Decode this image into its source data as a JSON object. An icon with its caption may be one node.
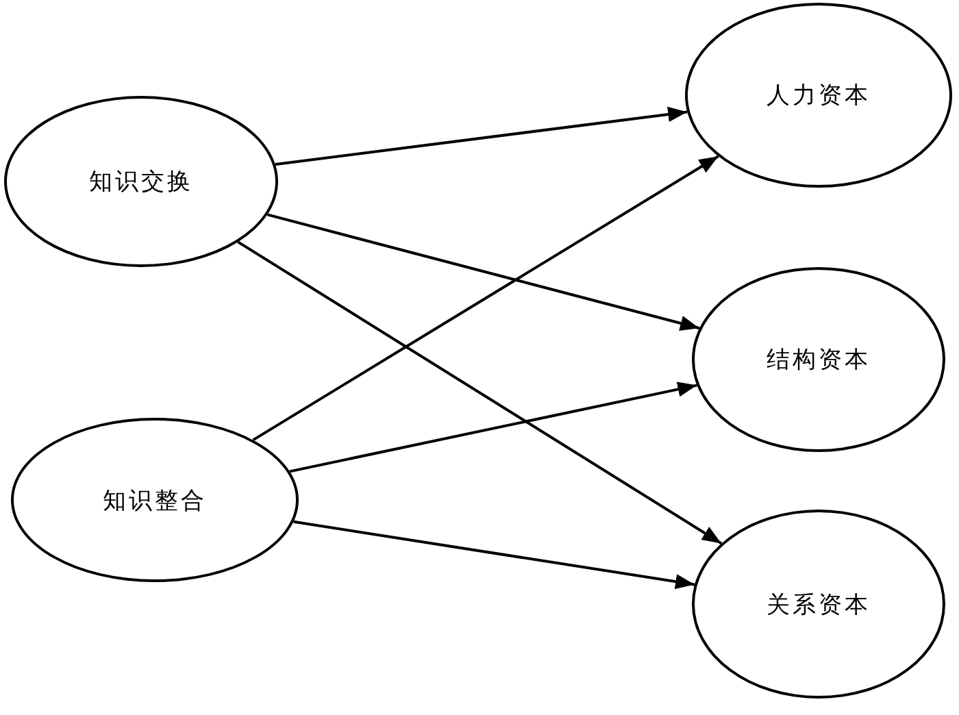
{
  "diagram": {
    "nodes": [
      {
        "text": [
          "知识交换"
        ]
      },
      {
        "text": [
          "知识整合"
        ]
      },
      {
        "text": [
          "人力资本"
        ]
      },
      {
        "text": [
          "结构资本"
        ]
      },
      {
        "text": [
          "关系资本"
        ]
      }
    ],
    "edges": [
      {
        "from": 0,
        "to": 2,
        "arrow": "to"
      },
      {
        "from": 0,
        "to": 3,
        "arrow": "to"
      },
      {
        "from": 0,
        "to": 4,
        "arrow": "to"
      },
      {
        "from": 1,
        "to": 2,
        "arrow": "to"
      },
      {
        "from": 1,
        "to": 3,
        "arrow": "to"
      },
      {
        "from": 1,
        "to": 4,
        "arrow": "to"
      }
    ]
  }
}
